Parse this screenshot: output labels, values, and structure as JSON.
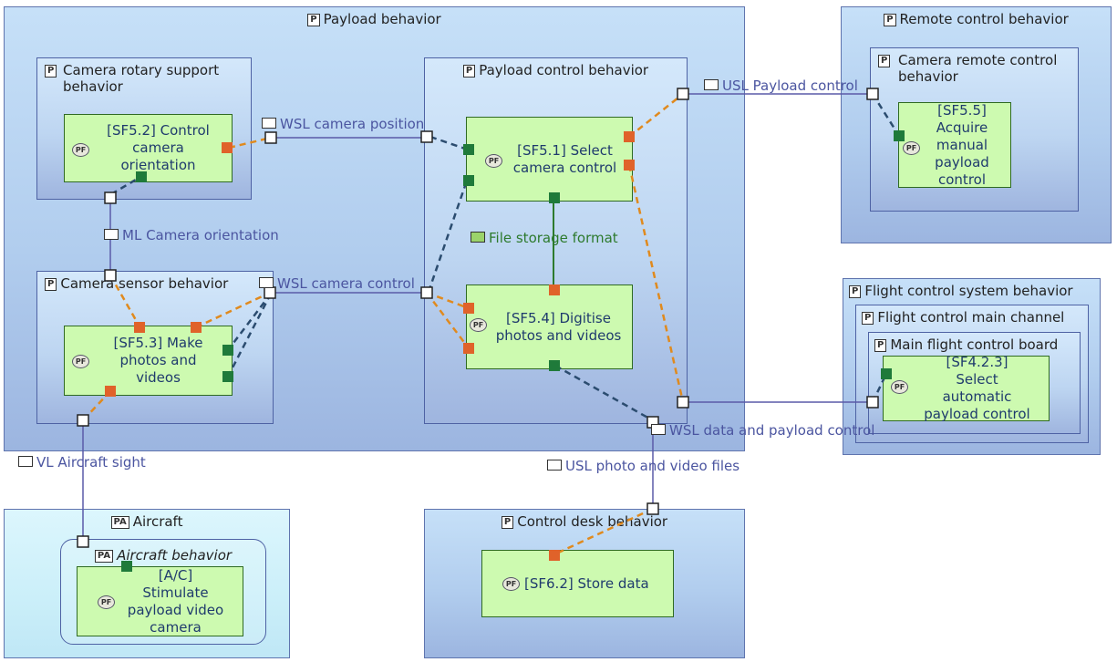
{
  "components": {
    "payload": "Payload behavior",
    "camera_rotary": "Camera rotary support behavior",
    "payload_control": "Payload control behavior",
    "camera_sensor": "Camera sensor behavior",
    "remote_control": "Remote control behavior",
    "camera_remote": "Camera remote control behavior",
    "flight_control_system": "Flight control system behavior",
    "flight_main_channel": "Flight control main channel",
    "main_flight_board": "Main flight control board",
    "aircraft": "Aircraft",
    "aircraft_behavior": "Aircraft behavior",
    "control_desk": "Control desk behavior"
  },
  "badges": {
    "component": "P",
    "actor": "PA",
    "function": "PF"
  },
  "functions": {
    "sf52": "[SF5.2] Control camera orientation",
    "sf51": "[SF5.1] Select camera control",
    "sf54": "[SF5.4] Digitise photos and videos",
    "sf53": "[SF5.3] Make photos and videos",
    "sf55": "[SF5.5] Acquire manual payload control",
    "sf423": "[SF4.2.3] Select automatic payload control",
    "ac": "[A/C] Stimulate payload video camera",
    "sf62": "[SF6.2] Store data"
  },
  "exchanges": {
    "wsl_camera_position": "WSL camera position",
    "ml_camera_orientation": "ML Camera orientation",
    "wsl_camera_control": "WSL camera control",
    "usl_payload_control": "USL Payload control",
    "file_storage_format": "File storage format",
    "wsl_data_payload": "WSL data and payload control",
    "usl_photo_video": "USL photo and video files",
    "vl_aircraft_sight": "VL Aircraft sight"
  },
  "colors": {
    "functional_flow": "#e08a1e",
    "component_link": "#5a5aa8",
    "allocation_link": "#2b4c6f",
    "function_fill": "#cdfab0",
    "function_border": "#2f6a22",
    "port_out": "#e0622a",
    "port_in": "#1f7a3a"
  }
}
